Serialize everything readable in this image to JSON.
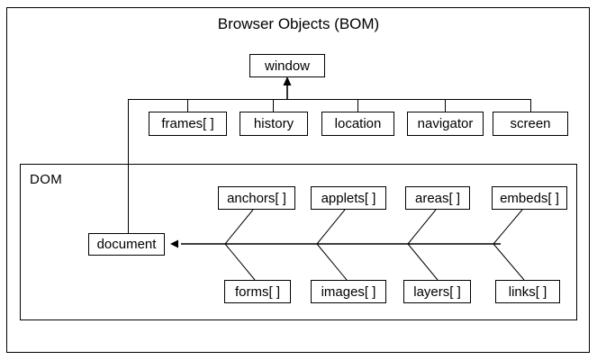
{
  "diagram": {
    "title": "Browser Objects (BOM)",
    "dom_section_label": "DOM",
    "root": {
      "label": "window"
    },
    "bom_nodes": [
      {
        "label": "frames[ ]"
      },
      {
        "label": "history"
      },
      {
        "label": "location"
      },
      {
        "label": "navigator"
      },
      {
        "label": "screen"
      }
    ],
    "document_node": {
      "label": "document"
    },
    "dom_top_nodes": [
      {
        "label": "anchors[ ]"
      },
      {
        "label": "applets[ ]"
      },
      {
        "label": "areas[ ]"
      },
      {
        "label": "embeds[ ]"
      }
    ],
    "dom_bottom_nodes": [
      {
        "label": "forms[ ]"
      },
      {
        "label": "images[ ]"
      },
      {
        "label": "layers[ ]"
      },
      {
        "label": "links[ ]"
      }
    ],
    "colors": {
      "stroke": "#000000",
      "background": "#ffffff",
      "text": "#000000"
    }
  }
}
